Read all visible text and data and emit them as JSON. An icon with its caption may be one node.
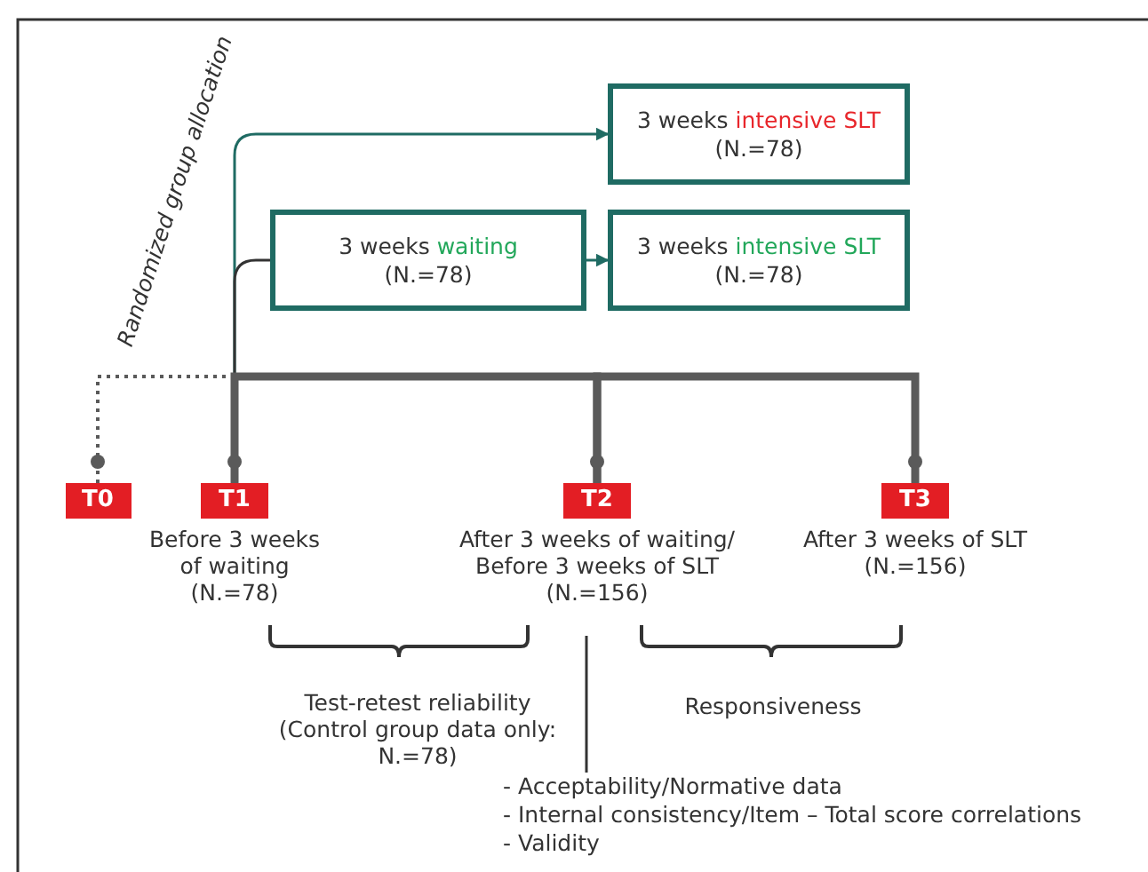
{
  "diagram": {
    "nodes": [
      {
        "text": [
          "3 weeks intensive SLT",
          "(N.=78)"
        ]
      },
      {
        "text": [
          "3 weeks waiting",
          "(N.=78)"
        ]
      },
      {
        "text": [
          "3 weeks intensive SLT",
          "(N.=78)"
        ]
      },
      {
        "text": [
          "T0"
        ]
      },
      {
        "text": [
          "T1"
        ],
        "beside": [
          "Before 3 weeks of waiting (N.=78)"
        ]
      },
      {
        "text": [
          "T2"
        ],
        "beside": [
          "After 3 weeks of waiting/ Before 3 weeks of SLT (N.=156)"
        ]
      },
      {
        "text": [
          "T3"
        ],
        "beside": [
          "After 3 weeks of SLT (N.=156)"
        ]
      },
      {
        "text": [
          "- Acceptability/Normative data",
          "- Internal consistency/Item – Total score correlations",
          "- Validity"
        ]
      }
    ],
    "edges": [
      {
        "from": 4,
        "to": 0,
        "arrow": "to",
        "color": "#1f6b63"
      },
      {
        "from": 4,
        "to": 1,
        "arrow": "none"
      },
      {
        "from": 1,
        "to": 2,
        "arrow": "to",
        "color": "#1f6b63"
      },
      {
        "from": 3,
        "to": 4,
        "arrow": "none",
        "style": "dashed"
      },
      {
        "from": 4,
        "to": 5,
        "arrow": "none",
        "style": "thick"
      },
      {
        "from": 5,
        "to": 6,
        "arrow": "none",
        "style": "thick"
      },
      {
        "from": 5,
        "to": 7,
        "arrow": "none"
      }
    ],
    "labels": [
      "Randomized group allocation",
      "Test-retest reliability (Control group data only: N.=78)",
      "Responsiveness"
    ]
  }
}
